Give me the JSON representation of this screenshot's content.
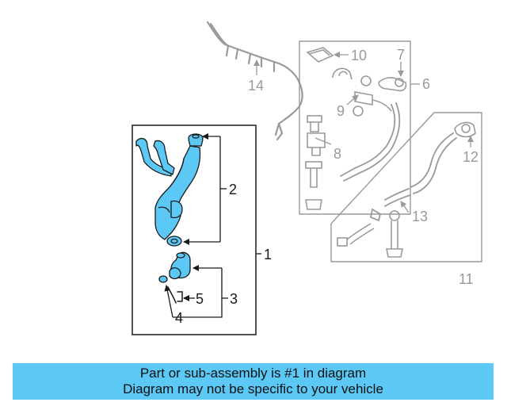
{
  "colors": {
    "highlight_part": "#5bc8f5",
    "background_part": "#9a9a9a",
    "footer_bg": "#5bc8f5"
  },
  "callouts": {
    "main": [
      "1",
      "2",
      "3",
      "4",
      "5"
    ],
    "background": [
      "6",
      "7",
      "8",
      "9",
      "10",
      "11",
      "12",
      "13",
      "14"
    ]
  },
  "footer": {
    "line1": "Part or sub-assembly is #1 in diagram",
    "line2": "Diagram may not be specific to your vehicle"
  }
}
